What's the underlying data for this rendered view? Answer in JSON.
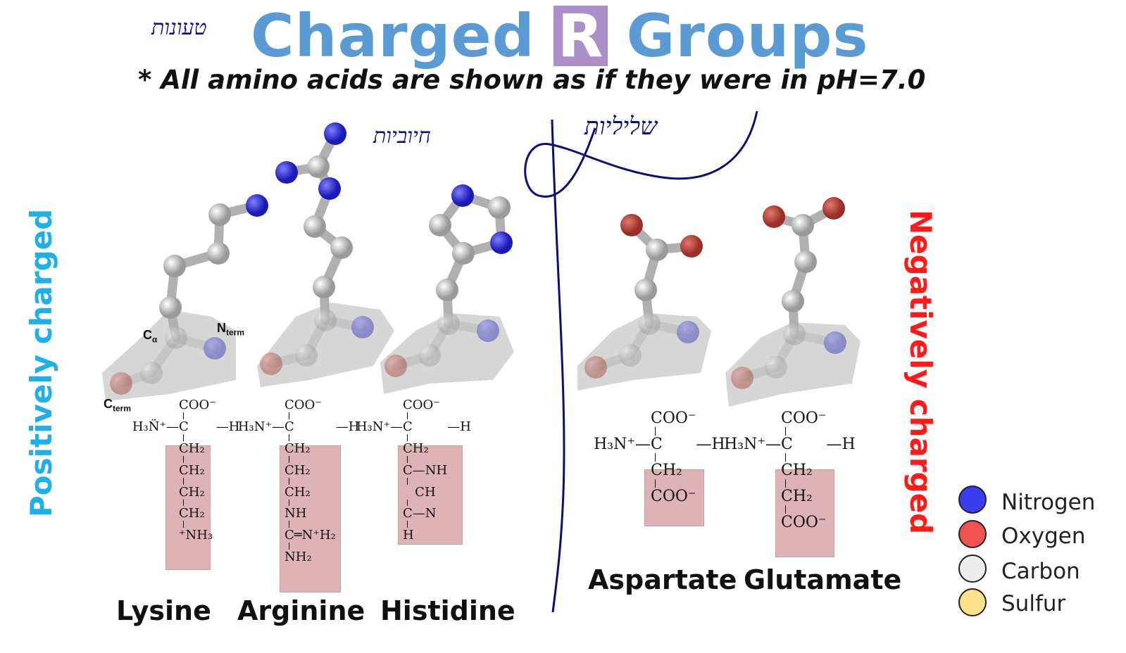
{
  "title": {
    "pre": "Charged",
    "r": "R",
    "post": "Groups"
  },
  "subtitle": "* All amino acids are shown as if they were in pH=7.0",
  "side_labels": {
    "positive": "Positively charged",
    "negative": "Negatively charged"
  },
  "handwriting": {
    "charged": "טעונות",
    "positive": "חיוביות",
    "negative": "שליליות"
  },
  "atom_labels": {
    "c_alpha": "C",
    "c_alpha_sub": "α",
    "n_term": "N",
    "n_term_sub": "term",
    "c_term": "C",
    "c_term_sub": "term"
  },
  "amino_acids": [
    {
      "name": "Lysine",
      "header_top": "COO⁻",
      "header_left": "H₃N̈⁺—",
      "header_c": "C",
      "header_right": "—H",
      "chain": [
        "CH₂",
        "CH₂",
        "CH₂",
        "CH₂",
        "⁺NH₃"
      ]
    },
    {
      "name": "Arginine",
      "header_top": "COO⁻",
      "header_left": "H₃N⁺—",
      "header_c": "C",
      "header_right": "—H",
      "chain": [
        "CH₂",
        "CH₂",
        "CH₂",
        "NH",
        "C═N⁺H₂",
        "NH₂"
      ]
    },
    {
      "name": "Histidine",
      "header_top": "COO⁻",
      "header_left": "H₃N⁺—",
      "header_c": "C",
      "header_right": "—H",
      "chain": [
        "CH₂",
        "C—NH",
        "   CH",
        "C—N",
        "H"
      ]
    },
    {
      "name": "Aspartate",
      "header_top": "COO⁻",
      "header_left": "H₃N⁺—",
      "header_c": "C",
      "header_right": "—H",
      "chain": [
        "CH₂",
        "COO⁻"
      ]
    },
    {
      "name": "Glutamate",
      "header_top": "COO⁻",
      "header_left": "H₃N⁺—",
      "header_c": "C",
      "header_right": "—H",
      "chain": [
        "CH₂",
        "CH₂",
        "COO⁻"
      ]
    }
  ],
  "legend": [
    {
      "label": "Nitrogen",
      "color": "#3b3bf0"
    },
    {
      "label": "Oxygen",
      "color": "#ee5252"
    },
    {
      "label": "Carbon",
      "color": "#ececec"
    },
    {
      "label": "Sulfur",
      "color": "#fde28c"
    }
  ]
}
